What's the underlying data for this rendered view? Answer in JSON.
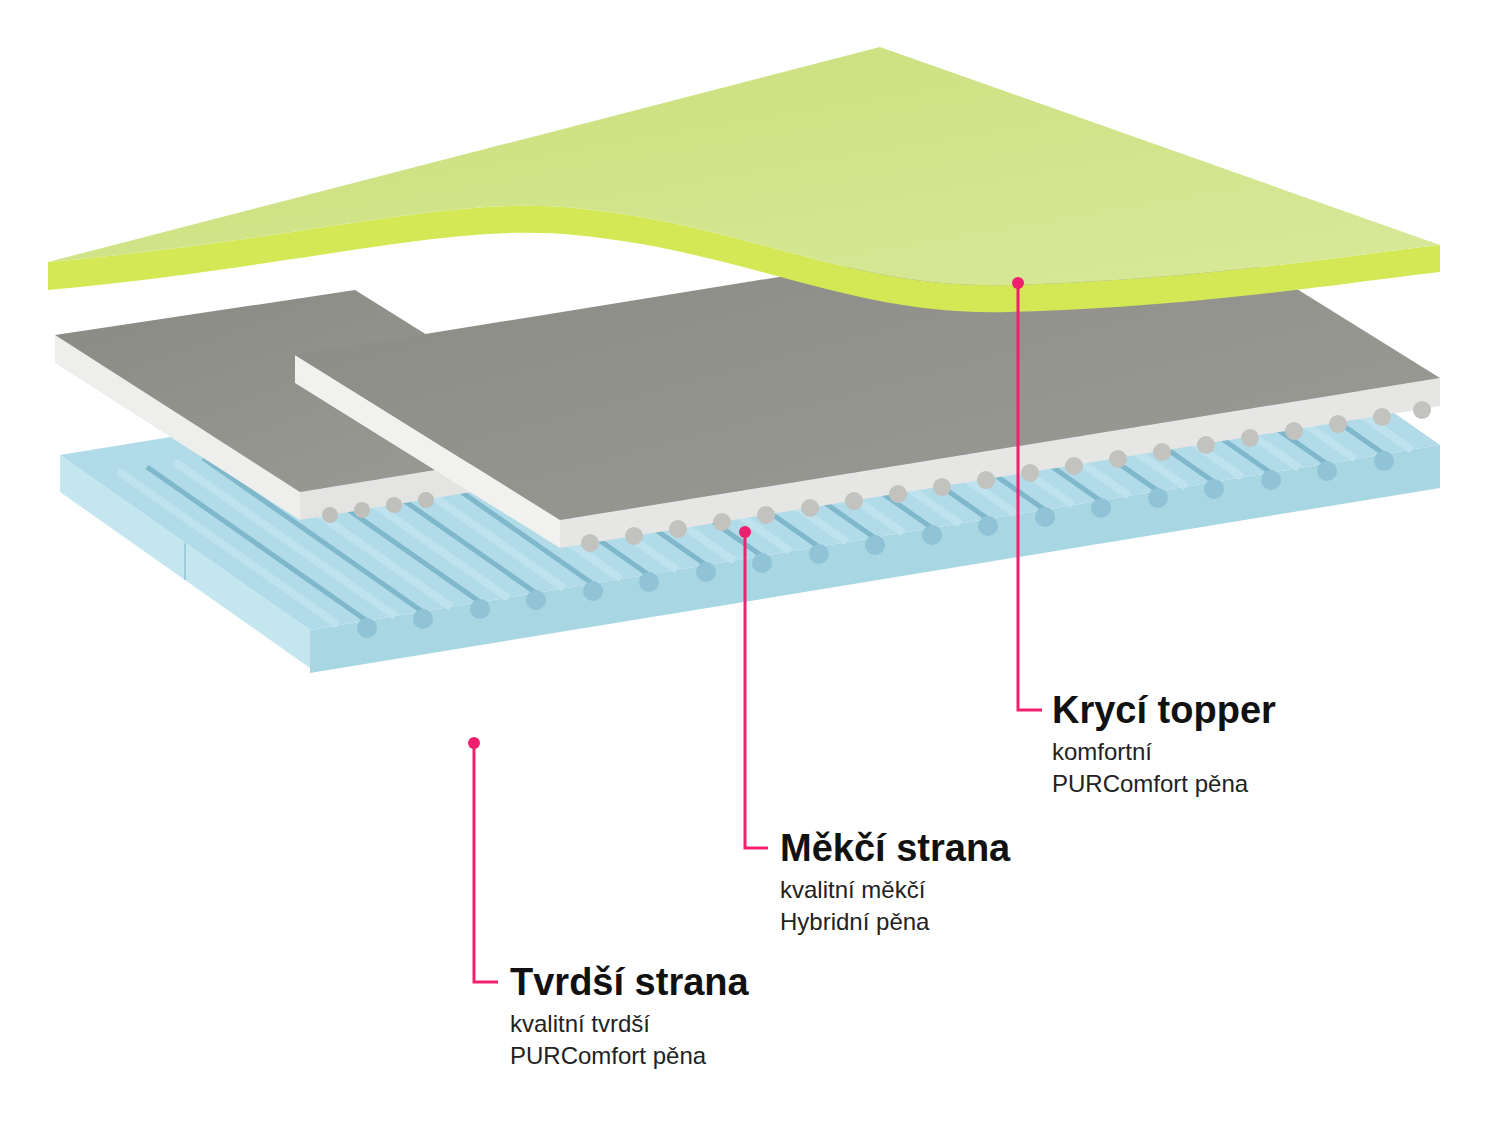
{
  "diagram": {
    "labels": [
      "Krycí topper",
      "komfortní PURComfort pěna",
      "Měkčí strana",
      "kvalitní měkčí Hybridní pěna",
      "Tvrdší strana",
      "kvalitní tvrdší PURComfort pěna"
    ]
  }
}
